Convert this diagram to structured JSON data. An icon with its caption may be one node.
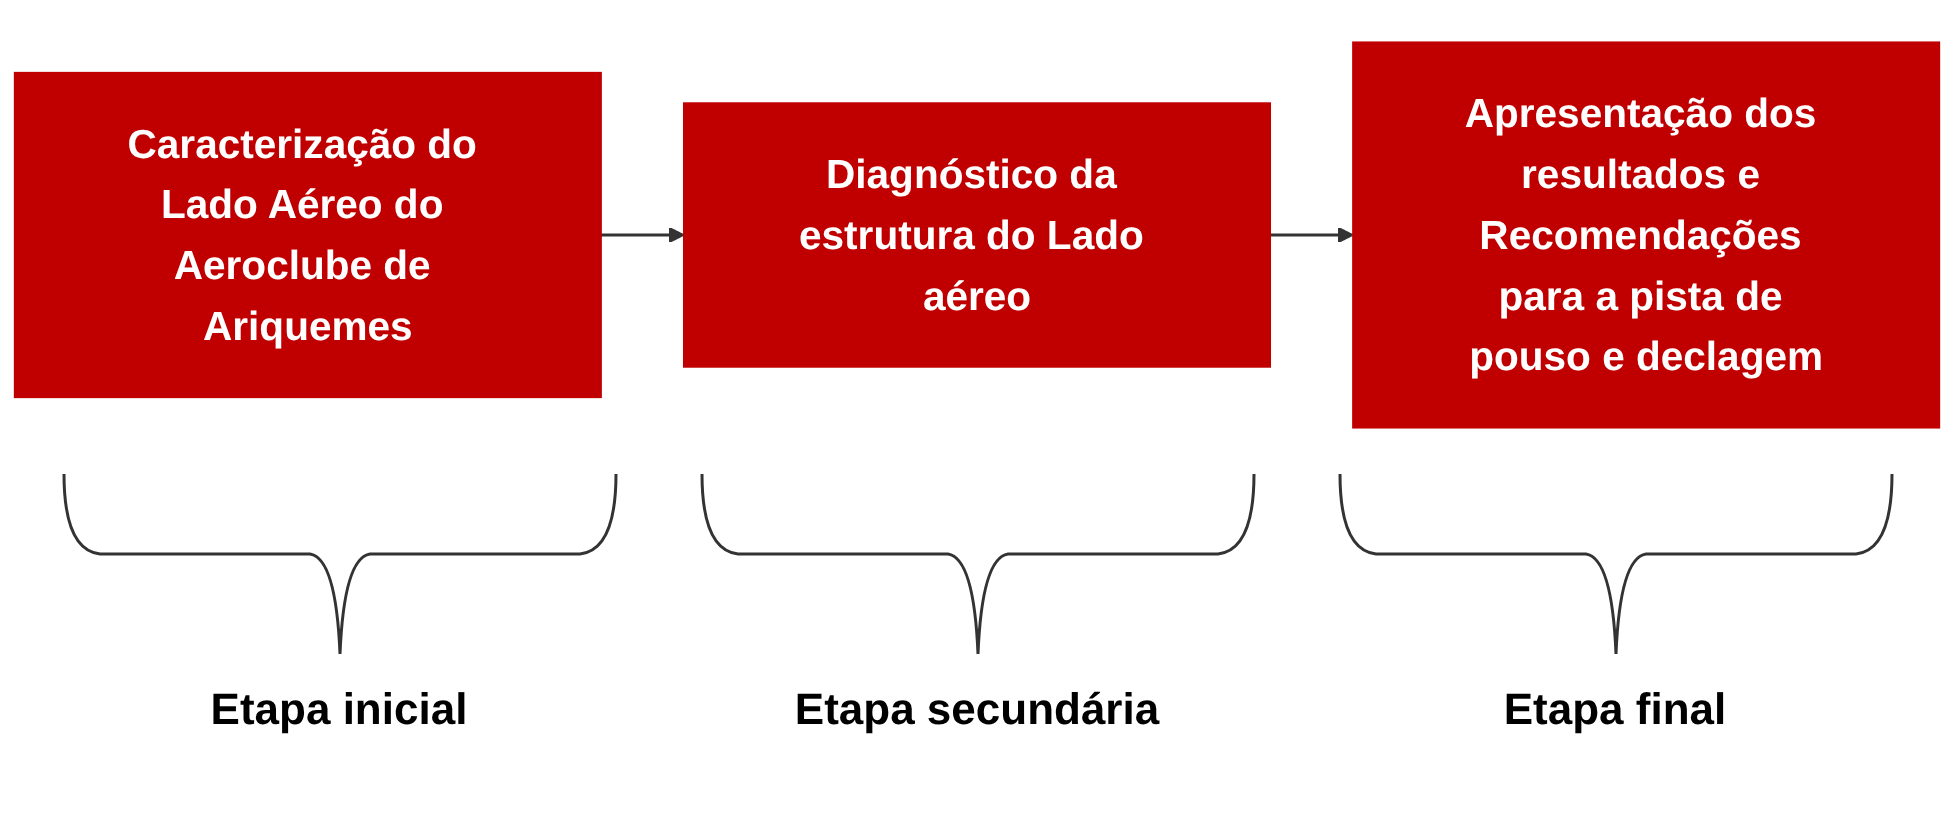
{
  "diagram": {
    "nodes": [
      {
        "text": [
          "Caracterização do Lado Aéreo do Aeroclube de Ariquemes"
        ]
      },
      {
        "text": [
          "Diagnóstico da estrutura do Lado aéreo"
        ]
      },
      {
        "text": [
          "Apresentação dos resultados e Recomendações para a pista de pouso e declagem"
        ]
      }
    ],
    "edges": [
      {
        "from": 0,
        "to": 1,
        "arrow": "to"
      },
      {
        "from": 1,
        "to": 2,
        "arrow": "to"
      }
    ],
    "labels": [
      "Etapa inicial",
      "Etapa secundária",
      "Etapa final"
    ]
  }
}
